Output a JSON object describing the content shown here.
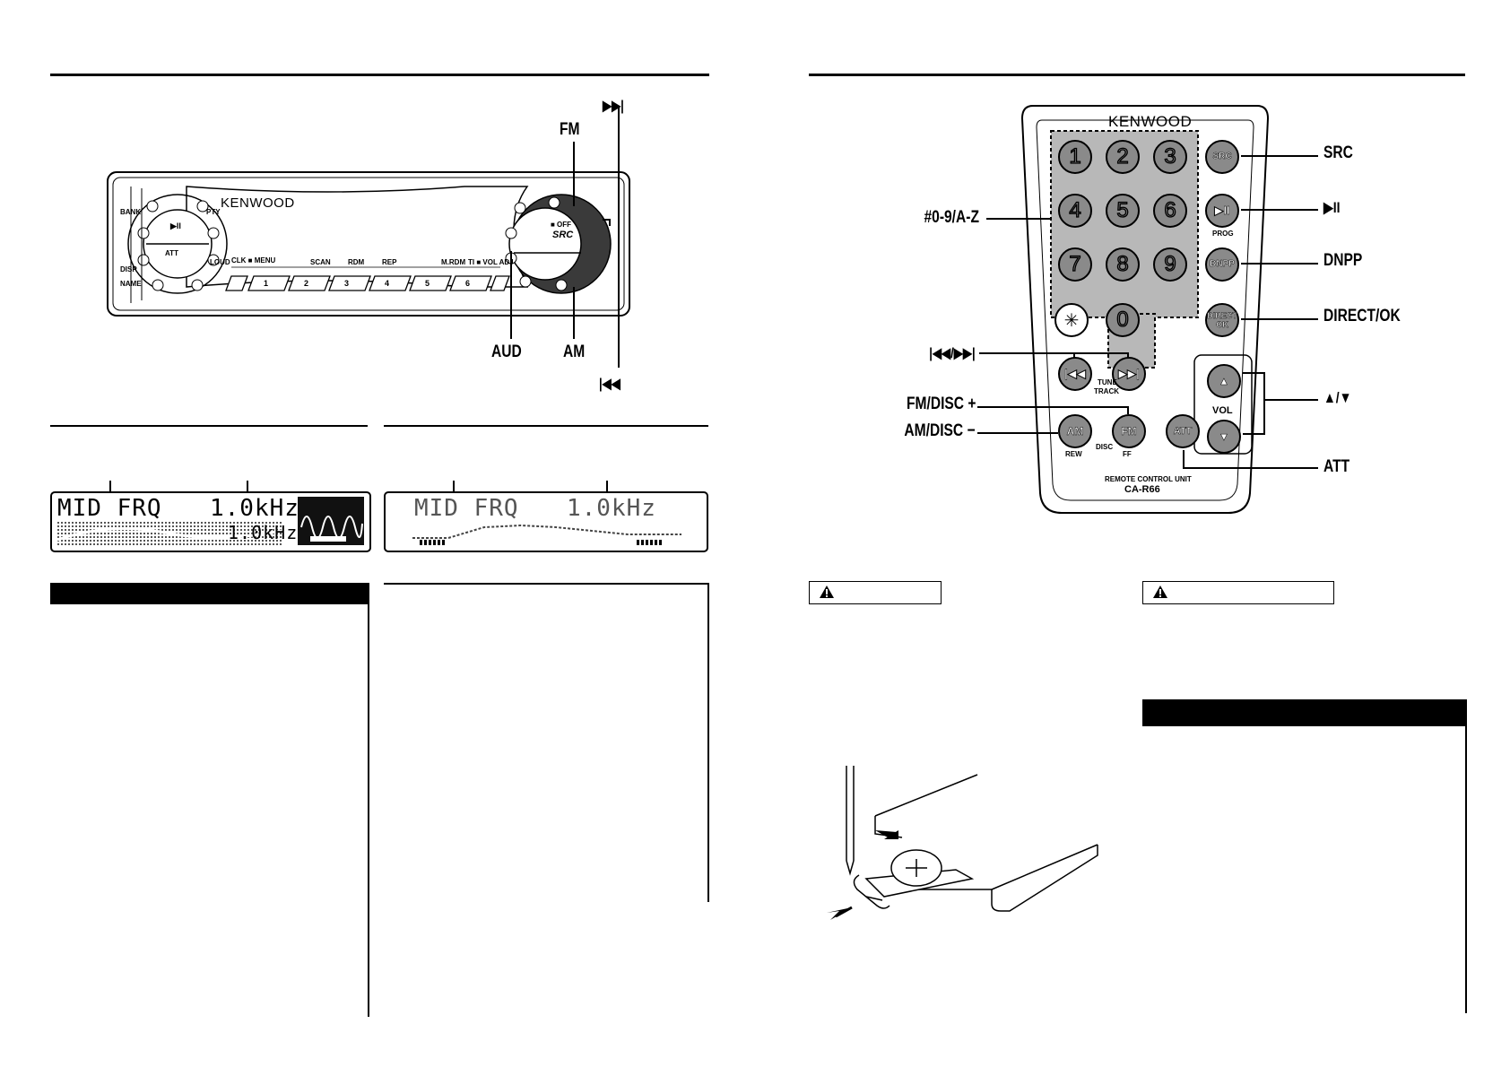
{
  "head_unit": {
    "brand": "KENWOOD",
    "callouts": {
      "fm": "FM",
      "aud": "AUD",
      "am": "AM",
      "next": "▶▶|",
      "prev": "|◀◀"
    },
    "panel_labels": {
      "pty": "PTY",
      "att": "ATT",
      "loud": "LOUD",
      "bank": "BANK",
      "disp": "DISP",
      "name": "NAME",
      "clk": "CLK ■ MENU",
      "scan": "SCAN",
      "rdm": "RDM",
      "rep": "REP",
      "mrdm": "M.RDM",
      "ti": "TI ■ VOL ADJ",
      "off": "■ OFF",
      "src": "SRC"
    },
    "presets": [
      "1",
      "2",
      "3",
      "4",
      "5",
      "6"
    ]
  },
  "displays": {
    "left": {
      "line1_left": "MID FRQ",
      "line1_right": "1.0kHz",
      "line2": "1.0kHz"
    },
    "right": {
      "line1_left": "MID  FRQ",
      "line1_right": "1.0kHz"
    }
  },
  "remote": {
    "brand": "KENWOOD",
    "numpad": [
      "1",
      "2",
      "3",
      "4",
      "5",
      "6",
      "7",
      "8",
      "9",
      "0"
    ],
    "star": "✳",
    "keys": {
      "src": "SRC",
      "play": "▶II",
      "prog": "PROG",
      "dnpp": "DNPP",
      "direct": "DIRECT OK",
      "am": "AM",
      "am_sub": "REW",
      "fm": "FM",
      "fm_sub": "FF",
      "disc": "DISC",
      "att": "ATT",
      "tune": "TUNE",
      "track": "TRACK",
      "vol": "VOL"
    },
    "unit_label": "REMOTE CONTROL UNIT",
    "model": "CA-R66",
    "callouts": {
      "src": "SRC",
      "play": "▶II",
      "dnpp": "DNPP",
      "direct": "DIRECT/OK",
      "updown": "▲/▼",
      "att": "ATT",
      "numpad": "#0-9/A-Z",
      "skip": "|◀◀/▶▶|",
      "fm_disc": "FM/DISC +",
      "am_disc": "AM/DISC −"
    }
  }
}
